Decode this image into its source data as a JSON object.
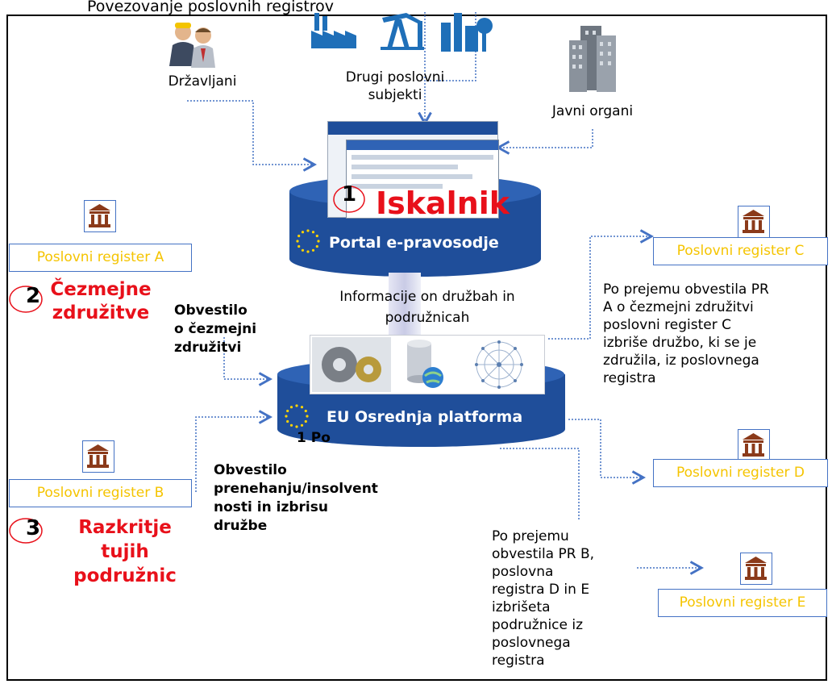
{
  "top_caption": "Povezovanje poslovnih registrov",
  "actors": {
    "citizens": "Državljani",
    "businesses_line1": "Drugi poslovni",
    "businesses_line2": "subjekti",
    "authorities": "Javni organi"
  },
  "portal": {
    "number": "1",
    "search_label": "Iskalnik",
    "name": "Portal e-pravosodje"
  },
  "platform": {
    "name": "EU Osrednja platforma",
    "info_line1": "Informacije on družbah in",
    "info_line2": "podružnicah",
    "stray_text": "1 Po"
  },
  "registers": {
    "a": "Poslovni register A",
    "b": "Poslovni register B",
    "c": "Poslovni register C",
    "d": "Poslovni register D",
    "e": "Poslovni register E"
  },
  "use_cases": {
    "merger_number": "2",
    "merger_line1": "Čezmejne",
    "merger_line2": "združitve",
    "branches_number": "3",
    "branches_line1": "Razkritje",
    "branches_line2": "tujih",
    "branches_line3": "podružnic"
  },
  "notices": {
    "merger_line1": "Obvestilo",
    "merger_line2": "o čezmejni",
    "merger_line3": "združitvi",
    "insolvency_line1": "Obvestilo",
    "insolvency_line2": "prenehanju/insolvent",
    "insolvency_line3": "nosti in izbrisu",
    "insolvency_line4": "družbe"
  },
  "notes": {
    "register_c_lines": [
      "Po prejemu obvestila PR",
      "A o čezmejni združitvi",
      "poslovni register C",
      "izbriše družbo, ki se je",
      "združila, iz poslovnega",
      "registra"
    ],
    "register_de_lines": [
      "Po prejemu",
      "obvestila PR B,",
      "poslovna",
      "registra D in E",
      "izbrišeta",
      "podružnice iz",
      "poslovnega",
      "registra"
    ]
  },
  "colors": {
    "disk": "#1f4e9a",
    "red": "#e8101a",
    "register_text": "#f5c400",
    "register_border": "#4472c4",
    "arrow": "#4472c4"
  },
  "icons": [
    "people-icon",
    "factory-icon",
    "oil-pump-icon",
    "industrial-plant-icon",
    "office-buildings-icon",
    "bank-icon",
    "gears-icon",
    "database-globe-icon",
    "network-icon",
    "eu-stars-icon"
  ]
}
